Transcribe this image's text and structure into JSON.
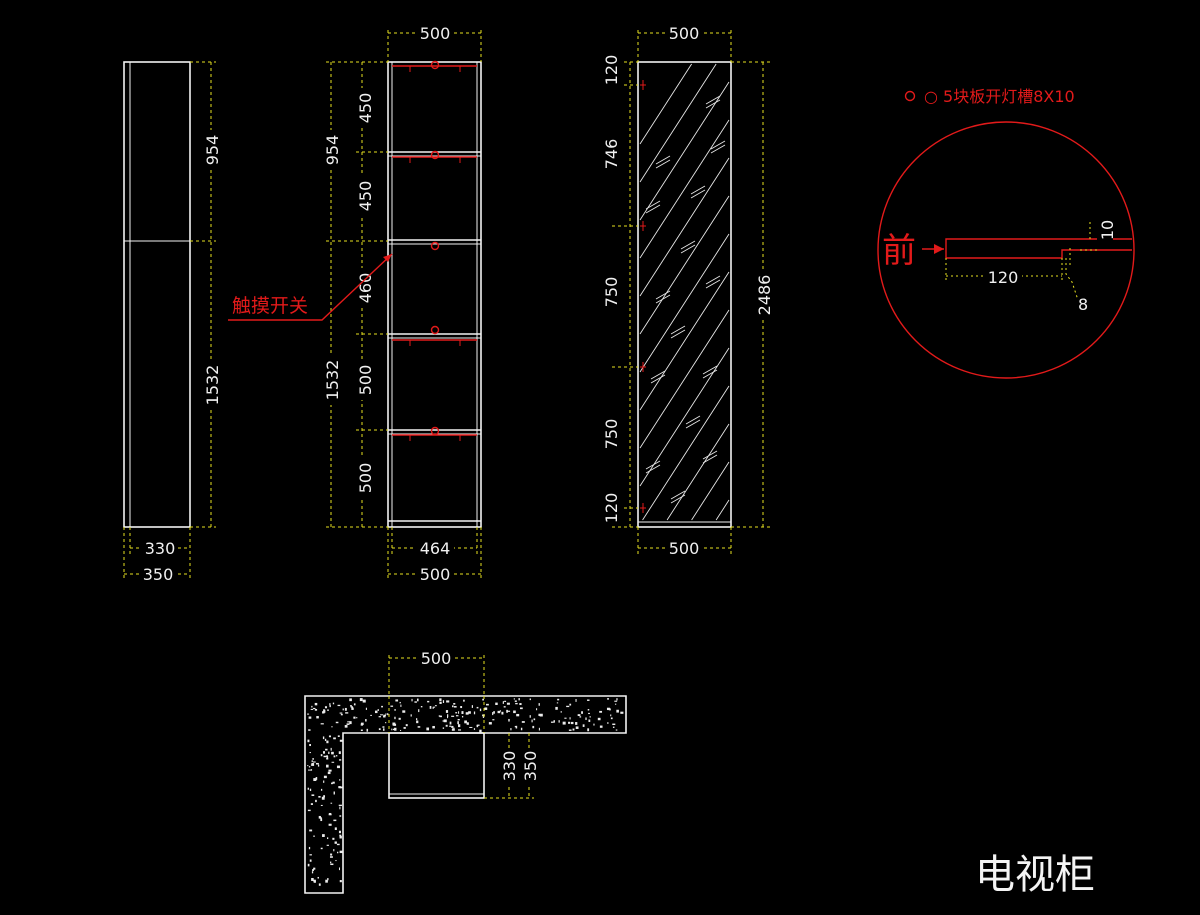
{
  "title": "电视柜",
  "touch_label": "触摸开关",
  "note": "○ 5块板开灯槽8X10",
  "front_label": "前",
  "side_view": {
    "h_top": "954",
    "h_bottom": "1532",
    "w_inner": "330",
    "w_outer": "350"
  },
  "front_view": {
    "w_top": "500",
    "left_top": "954",
    "left_bottom": "1532",
    "shelves": [
      "450",
      "450",
      "460",
      "500",
      "500"
    ],
    "w_inner": "464",
    "w_outer": "500"
  },
  "door_view": {
    "w_top": "500",
    "w_bottom": "500",
    "segments": [
      "120",
      "746",
      "750",
      "750",
      "120"
    ],
    "total": "2486"
  },
  "detail": {
    "len": "120",
    "depth": "10",
    "gap": "8"
  },
  "plan_view": {
    "w": "500",
    "d_inner": "330",
    "d_outer": "350"
  },
  "colors": {
    "line": "#f2f2f2",
    "dim": "#e6e020",
    "accent": "#e21a1a",
    "bg": "#000000"
  }
}
